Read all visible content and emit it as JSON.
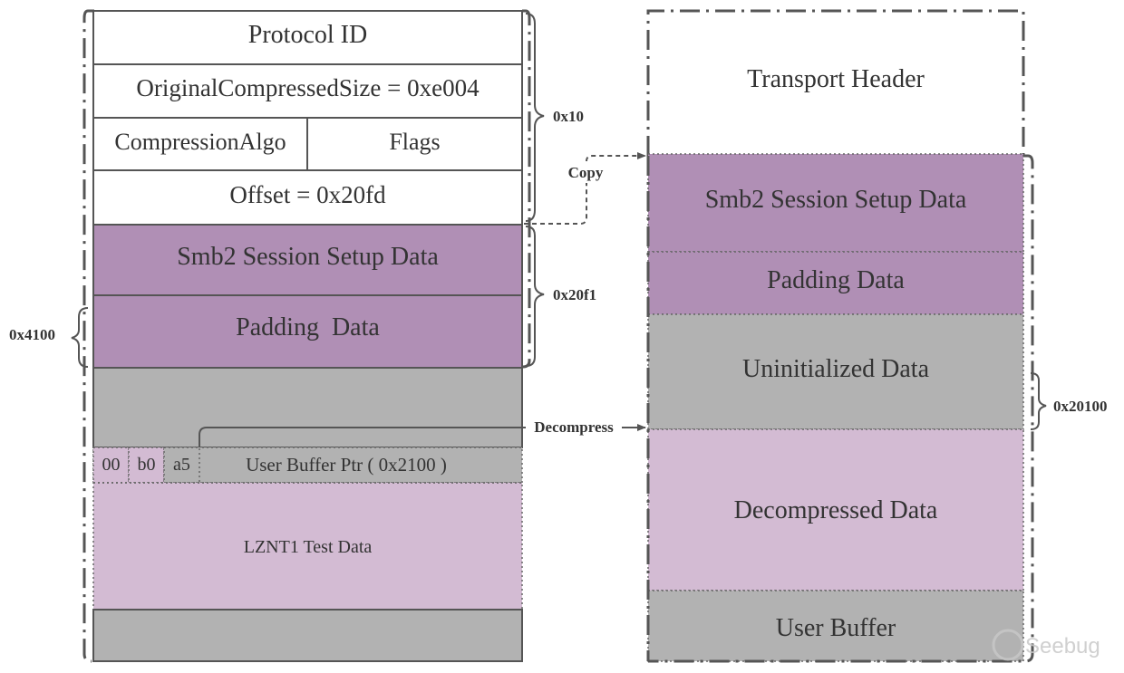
{
  "left_packet": {
    "header": {
      "protocol_id": "Protocol ID",
      "original_size": "OriginalCompressedSize = 0xe004",
      "compression_algo": "CompressionAlgo",
      "flags": "Flags",
      "offset": "Offset = 0x20fd"
    },
    "smb2_session_setup": "Smb2 Session Setup Data",
    "padding": "Padding  Data",
    "bytes": [
      "00",
      "b0",
      "a5"
    ],
    "user_buffer_ptr": "User Buffer Ptr ( 0x2100 )",
    "lznt1_test_data": "LZNT1 Test Data"
  },
  "right_buffer": {
    "transport_header": "Transport Header",
    "smb2_session_setup": "Smb2 Session Setup Data",
    "padding": "Padding Data",
    "uninitialized": "Uninitialized Data",
    "decompressed": "Decompressed Data",
    "user_buffer": "User Buffer"
  },
  "annotations": {
    "header_size": "0x10",
    "data_size": "0x20f1",
    "packet_size": "0x4100",
    "buffer_size": "0x20100",
    "copy": "Copy",
    "decompress": "Decompress"
  },
  "watermark": "Seebug",
  "colors": {
    "purple_dark": "#b08fb5",
    "purple_light": "#d3bbd3",
    "gray_fill": "#b2b2b2",
    "outline": "#555555"
  }
}
